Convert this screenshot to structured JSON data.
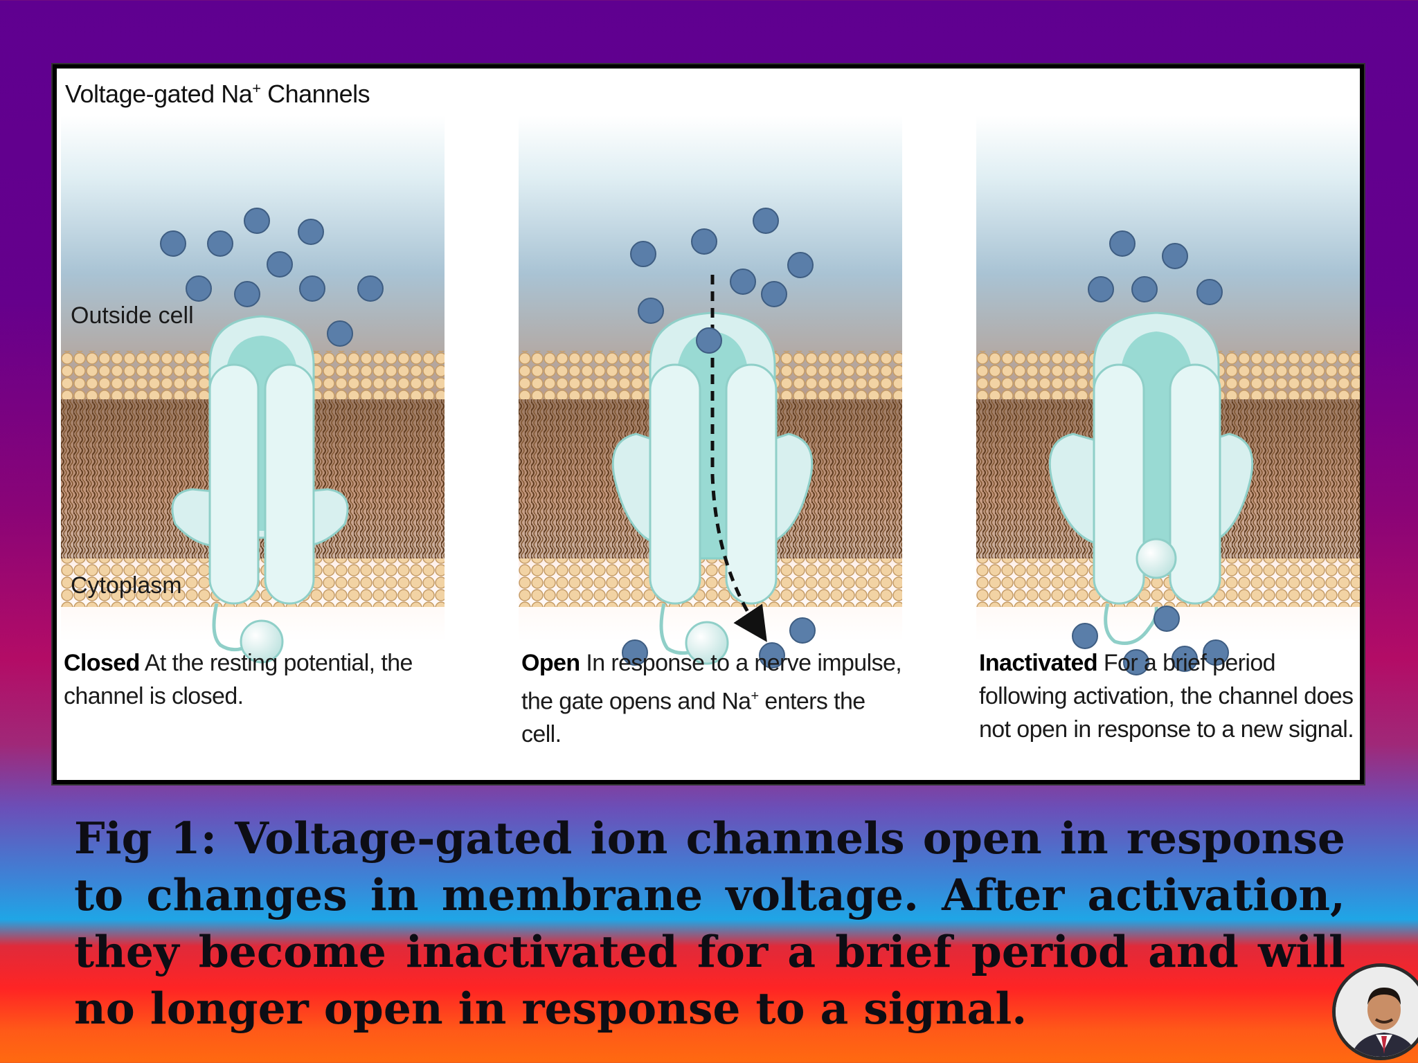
{
  "diagram": {
    "title_main": "Voltage-gated Na",
    "title_sup": "+",
    "title_end": " Channels",
    "labels": {
      "outside_cell": "Outside cell",
      "cytoplasm": "Cytoplasm"
    },
    "panels": [
      {
        "state": "Closed",
        "text": " At the resting potential, the channel is closed."
      },
      {
        "state": "Open",
        "text_a": " In response to a nerve impulse, the gate opens and Na",
        "text_sup": "+",
        "text_b": " enters the cell."
      },
      {
        "state": "Inactivated",
        "text": " For a brief period following activation, the channel does not open in response to a new signal."
      }
    ]
  },
  "figure_caption": "Fig 1: Voltage-gated ion channels open in response to changes in membrane voltage. After activation, they become inactivated for a brief period and will no longer open in response to a signal.",
  "colors": {
    "ion": "#5a7ea9",
    "channel": "#d8f0ef",
    "channel_dark": "#7fd0c8",
    "lipid_head": "#f2d3a4",
    "lipid_tail": "#7a5230",
    "extracellular": "#a9c3d4",
    "cytoplasm": "#f6c7b0"
  }
}
